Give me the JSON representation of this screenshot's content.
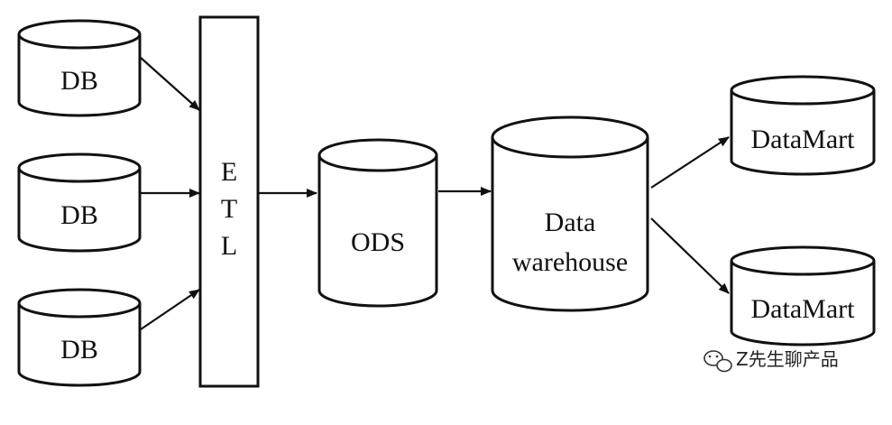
{
  "sources": [
    {
      "label": "DB"
    },
    {
      "label": "DB"
    },
    {
      "label": "DB"
    }
  ],
  "etl": {
    "letters": [
      "E",
      "T",
      "L"
    ]
  },
  "ods": {
    "label": "ODS"
  },
  "warehouse": {
    "line1": "Data",
    "line2": "warehouse"
  },
  "marts": [
    {
      "label": "DataMart"
    },
    {
      "label": "DataMart"
    }
  ],
  "watermark": {
    "text": "Z先生聊产品",
    "icon": "wechat-icon"
  },
  "colors": {
    "stroke": "#111111",
    "fill": "#ffffff"
  }
}
